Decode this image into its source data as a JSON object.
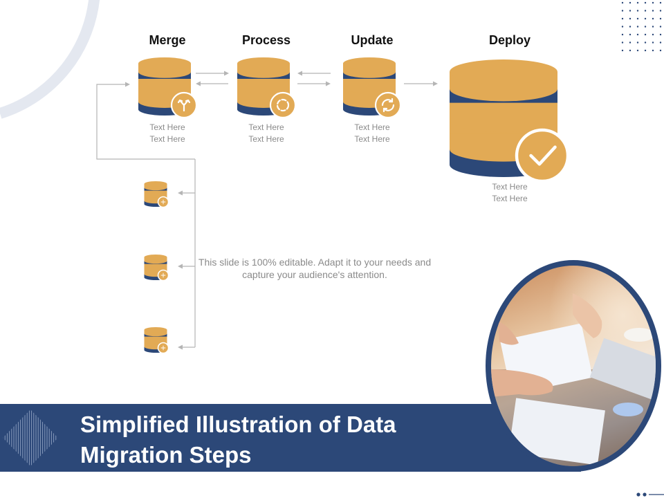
{
  "slide": {
    "title": "Simplified Illustration of Data Migration Steps",
    "body_text": "This slide is 100% editable. Adapt it to your needs and capture your audience's attention."
  },
  "steps": [
    {
      "title": "Merge",
      "caption_1": "Text Here",
      "caption_2": "Text Here",
      "icon": "merge-icon"
    },
    {
      "title": "Process",
      "caption_1": "Text Here",
      "caption_2": "Text Here",
      "icon": "process-icon"
    },
    {
      "title": "Update",
      "caption_1": "Text Here",
      "caption_2": "Text Here",
      "icon": "update-icon"
    },
    {
      "title": "Deploy",
      "caption_1": "Text Here",
      "caption_2": "Text Here",
      "icon": "check-icon"
    }
  ],
  "sources": [
    {
      "icon": "plus-icon"
    },
    {
      "icon": "plus-icon"
    },
    {
      "icon": "plus-icon"
    }
  ],
  "colors": {
    "navy": "#2c4878",
    "gold": "#e2aa55",
    "arrow": "#b5b5b5",
    "arc": "#e4e8f0"
  }
}
